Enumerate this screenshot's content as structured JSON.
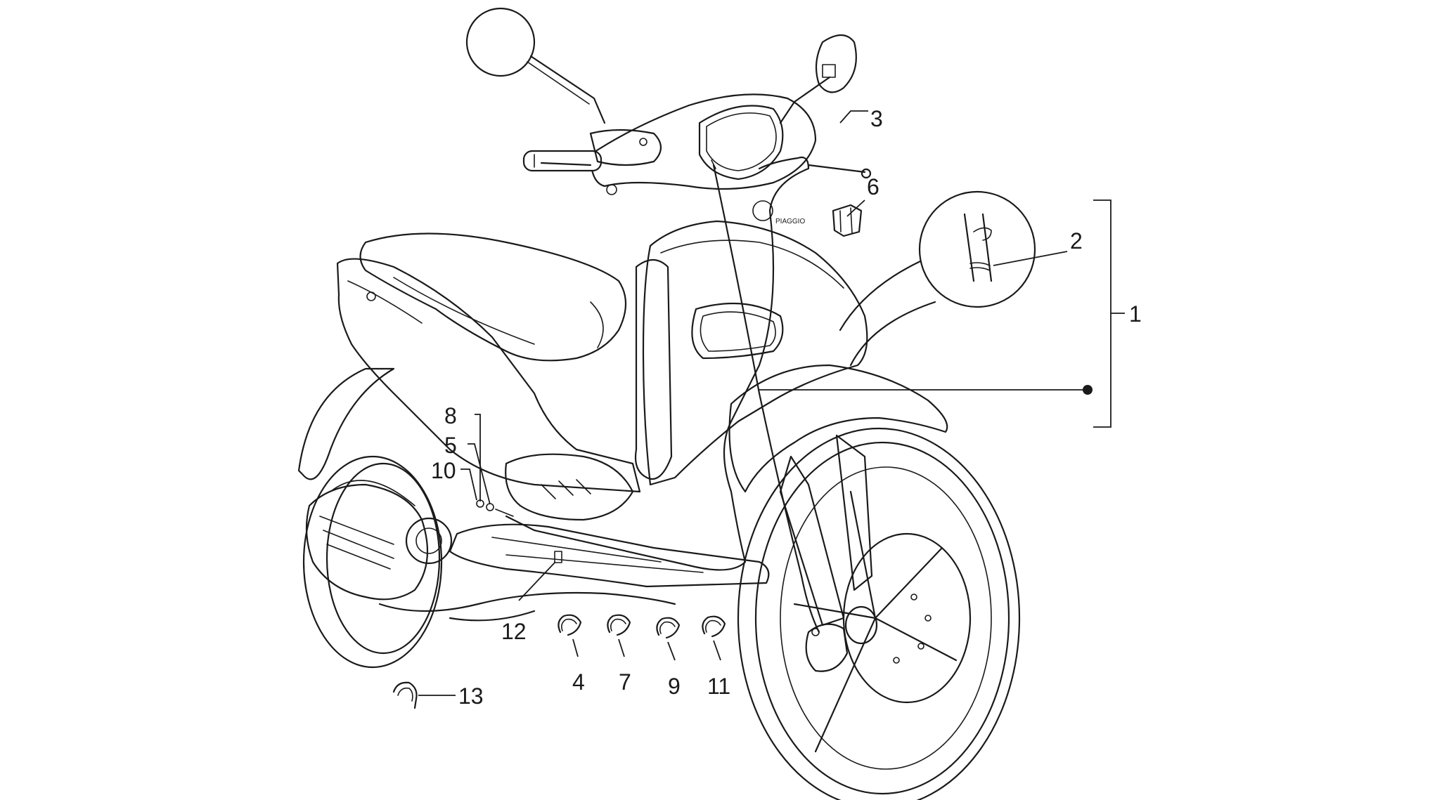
{
  "callouts": [
    {
      "id": "1",
      "text": "1"
    },
    {
      "id": "2",
      "text": "2"
    },
    {
      "id": "3",
      "text": "3"
    },
    {
      "id": "4",
      "text": "4"
    },
    {
      "id": "5",
      "text": "5"
    },
    {
      "id": "6",
      "text": "6"
    },
    {
      "id": "7",
      "text": "7"
    },
    {
      "id": "8",
      "text": "8"
    },
    {
      "id": "9",
      "text": "9"
    },
    {
      "id": "10",
      "text": "10"
    },
    {
      "id": "11",
      "text": "11"
    },
    {
      "id": "12",
      "text": "12"
    },
    {
      "id": "13",
      "text": "13"
    }
  ],
  "brand_badge": "PIAGGIO",
  "colors": {
    "line": "#1a1a1a",
    "background": "#ffffff"
  }
}
